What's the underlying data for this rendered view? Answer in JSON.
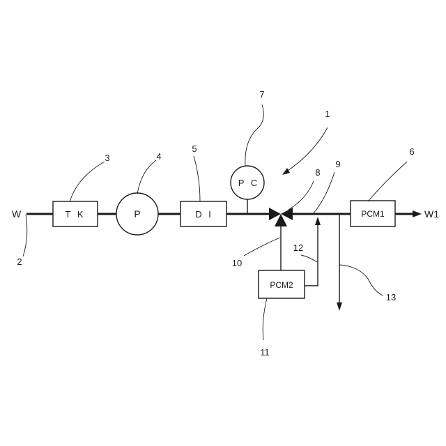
{
  "labels": {
    "inlet": "W",
    "outlet": "W1",
    "tank": "T K",
    "pump": "P",
    "deionizer": "D I",
    "pressure_controller": "P C",
    "pcm1": "PCM1",
    "pcm2": "PCM2"
  },
  "refs": {
    "r1": "1",
    "r2": "2",
    "r3": "3",
    "r4": "4",
    "r5": "5",
    "r6": "6",
    "r7": "7",
    "r8": "8",
    "r9": "9",
    "r10": "10",
    "r11": "11",
    "r12": "12",
    "r13": "13"
  }
}
